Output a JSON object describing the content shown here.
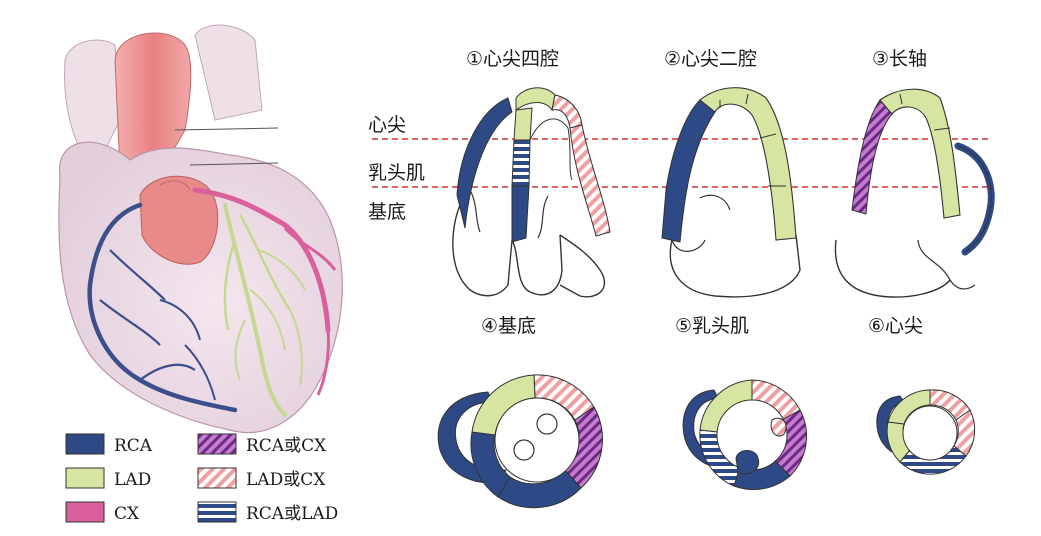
{
  "colors": {
    "RCA": "#2e4a86",
    "LAD": "#d6e6a2",
    "CX": "#d9609a",
    "dash_line": "#d93030",
    "outline": "#3a3a3a"
  },
  "views": {
    "v1": "①心尖四腔",
    "v2": "②心尖二腔",
    "v3": "③长轴",
    "v4": "④基底",
    "v5": "⑤乳头肌",
    "v6": "⑥心尖"
  },
  "levels": {
    "apex": "心尖",
    "papillary": "乳头肌",
    "base": "基底"
  },
  "legend": [
    {
      "label": "RCA",
      "pattern": "solid-navy"
    },
    {
      "label": "LAD",
      "pattern": "solid-green"
    },
    {
      "label": "CX",
      "pattern": "solid-pink"
    },
    {
      "label": "RCA或CX",
      "pattern": "striped-purple"
    },
    {
      "label": "LAD或CX",
      "pattern": "striped-pink"
    },
    {
      "label": "RCA或LAD",
      "pattern": "striped-navy"
    }
  ]
}
